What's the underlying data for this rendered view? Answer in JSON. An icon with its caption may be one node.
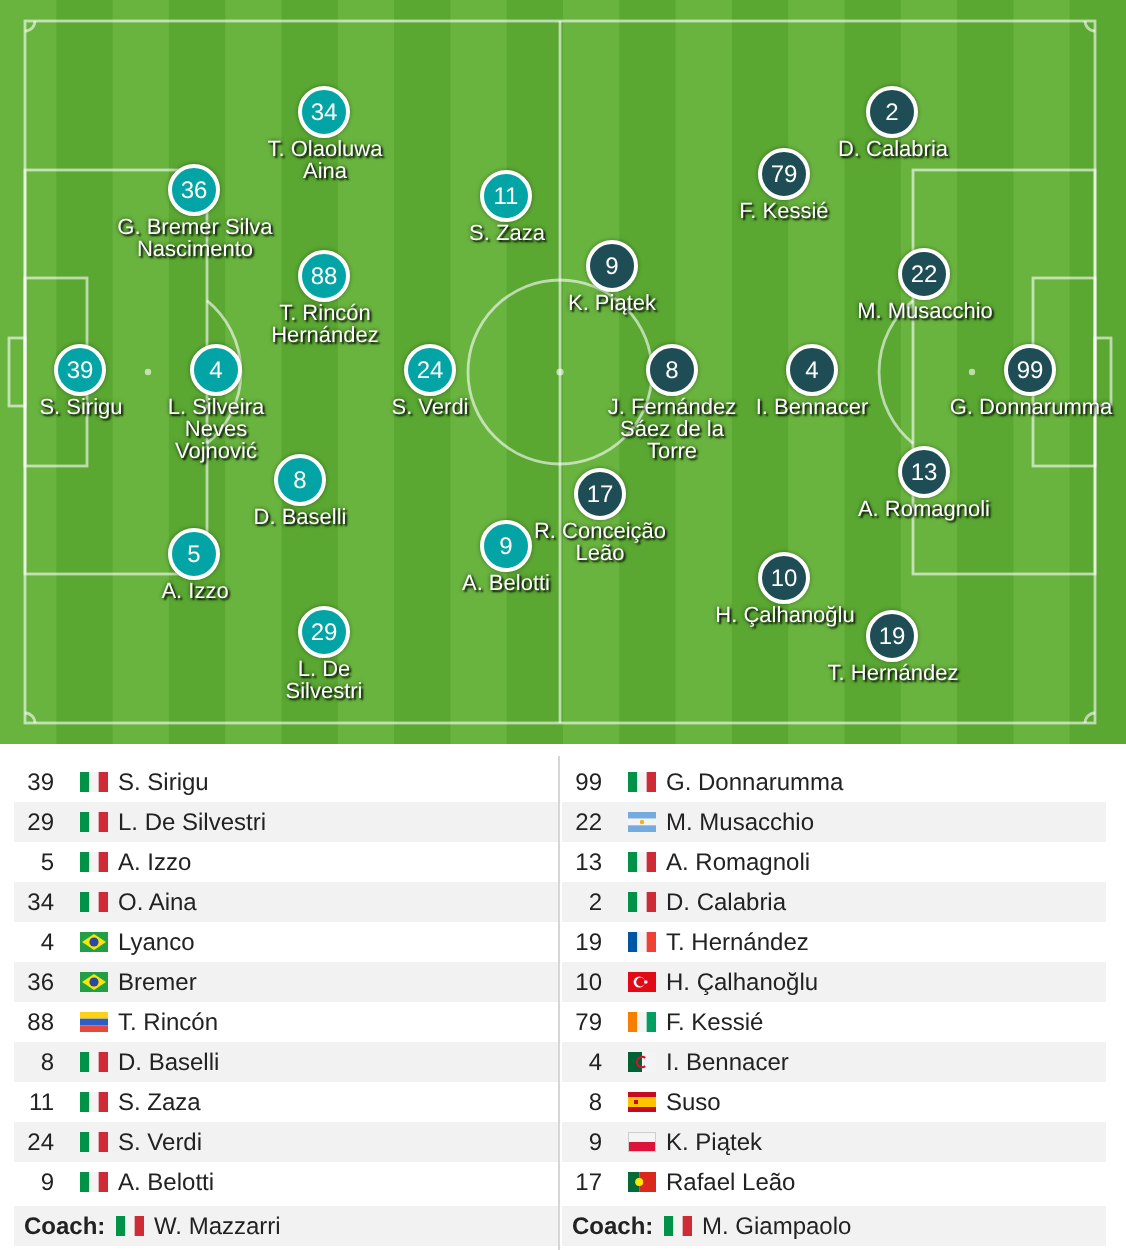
{
  "diagram": {
    "nodes": [
      {
        "text": [
          "34"
        ],
        "beside": [
          "T. Olaoluwa Aina"
        ]
      },
      {
        "text": [
          "36"
        ],
        "beside": [
          "G. Bremer Silva Nascimento"
        ]
      },
      {
        "text": [
          "11"
        ],
        "beside": [
          "S. Zaza"
        ]
      },
      {
        "text": [
          "88"
        ],
        "beside": [
          "T. Rincón Hernández"
        ]
      },
      {
        "text": [
          "39"
        ],
        "beside": [
          "S. Sirigu"
        ]
      },
      {
        "text": [
          "4"
        ],
        "beside": [
          "L. Silveira Neves Vojnović"
        ]
      },
      {
        "text": [
          "24"
        ],
        "beside": [
          "S. Verdi"
        ]
      },
      {
        "text": [
          "8"
        ],
        "beside": [
          "D. Baselli"
        ]
      },
      {
        "text": [
          "5"
        ],
        "beside": [
          "A. Izzo"
        ]
      },
      {
        "text": [
          "9"
        ],
        "beside": [
          "A. Belotti"
        ]
      },
      {
        "text": [
          "29"
        ],
        "beside": [
          "L. De Silvestri"
        ]
      },
      {
        "text": [
          "2"
        ],
        "beside": [
          "D. Calabria"
        ]
      },
      {
        "text": [
          "79"
        ],
        "beside": [
          "F. Kessié"
        ]
      },
      {
        "text": [
          "9"
        ],
        "beside": [
          "K. Piątek"
        ]
      },
      {
        "text": [
          "22"
        ],
        "beside": [
          "M. Musacchio"
        ]
      },
      {
        "text": [
          "8"
        ],
        "beside": [
          "J. Fernández Sáez de la Torre"
        ]
      },
      {
        "text": [
          "4"
        ],
        "beside": [
          "I. Bennacer"
        ]
      },
      {
        "text": [
          "99"
        ],
        "beside": [
          "G. Donnarumma"
        ]
      },
      {
        "text": [
          "17"
        ],
        "beside": [
          "R. Conceição Leão"
        ]
      },
      {
        "text": [
          "13"
        ],
        "beside": [
          "A. Romagnoli"
        ]
      },
      {
        "text": [
          "10"
        ],
        "beside": [
          "H. Çalhanoğlu"
        ]
      },
      {
        "text": [
          "19"
        ],
        "beside": [
          "T. Hernández"
        ]
      }
    ],
    "labels": [
      "39",
      "S. Sirigu",
      "99",
      "G. Donnarumma",
      "29",
      "L. De Silvestri",
      "22",
      "M. Musacchio",
      "5",
      "A. Izzo",
      "13",
      "A. Romagnoli",
      "34",
      "O. Aina",
      "2",
      "D. Calabria",
      "4",
      "Lyanco",
      "19",
      "T. Hernández",
      "36",
      "Bremer",
      "10",
      "H. Çalhanoğlu",
      "88",
      "T. Rincón",
      "79",
      "F. Kessié",
      "8",
      "D. Baselli",
      "4",
      "I. Bennacer",
      "11",
      "S. Zaza",
      "8",
      "Suso",
      "24",
      "S. Verdi",
      "9",
      "K. Piątek",
      "9",
      "A. Belotti",
      "17",
      "Rafael Leão",
      "Coach:",
      "W. Mazzarri",
      "Coach:",
      "M. Giampaolo"
    ]
  }
}
